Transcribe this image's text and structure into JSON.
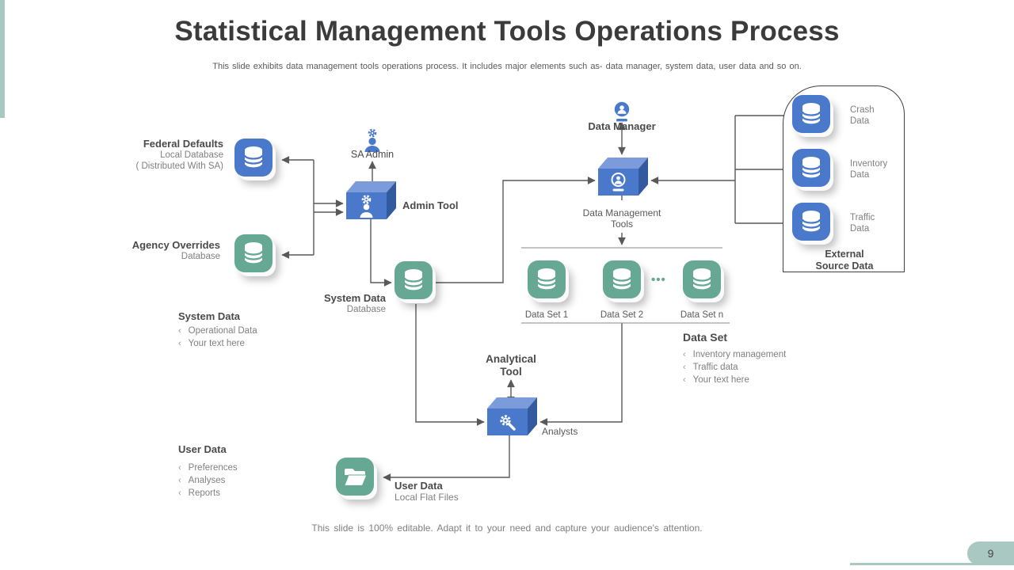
{
  "slide": {
    "title": "Statistical Management Tools Operations Process",
    "subtitle": "This slide exhibits data management tools operations process. It includes major elements such as- data manager, system data, user data and so on.",
    "footer": "This slide is 100% editable. Adapt it to your need and capture your audience's attention.",
    "page_number": "9"
  },
  "colors": {
    "blue": "#4a79cc",
    "teal": "#66a893",
    "accent": "#a9c8c1",
    "line": "#595959"
  },
  "bullet_char": "‹",
  "nodes": {
    "federal_defaults": {
      "title": "Federal Defaults",
      "sub1": "Local Database",
      "sub2": "( Distributed With SA)"
    },
    "agency_overrides": {
      "title": "Agency Overrides",
      "sub1": "Database"
    },
    "sa_admin": {
      "label": "SA Admin"
    },
    "admin_tool": {
      "label": "Admin Tool"
    },
    "system_data_db": {
      "title": "System Data",
      "sub1": "Database"
    },
    "data_manager": {
      "label": "Data Manager"
    },
    "data_management_tools": {
      "label1": "Data Management",
      "label2": "Tools"
    },
    "data_sets": {
      "labels": [
        "Data Set 1",
        "Data Set 2",
        "Data Set n"
      ],
      "ellipsis": "•••"
    },
    "external_source_data": {
      "title1": "External",
      "title2": "Source Data",
      "items": [
        {
          "l1": "Crash",
          "l2": "Data"
        },
        {
          "l1": "Inventory",
          "l2": "Data"
        },
        {
          "l1": "Traffic",
          "l2": "Data"
        }
      ]
    },
    "analytical_tool": {
      "label1": "Analytical",
      "label2": "Tool"
    },
    "analysts": {
      "label": "Analysts"
    },
    "user_data_files": {
      "title": "User Data",
      "sub1": "Local Flat Files"
    }
  },
  "lists": {
    "system_data": {
      "title": "System Data",
      "items": [
        "Operational Data",
        "Your text here"
      ]
    },
    "data_set": {
      "title": "Data Set",
      "items": [
        "Inventory management",
        "Traffic data",
        "Your text here"
      ]
    },
    "user_data": {
      "title": "User Data",
      "items": [
        "Preferences",
        "Analyses",
        "Reports"
      ]
    }
  }
}
